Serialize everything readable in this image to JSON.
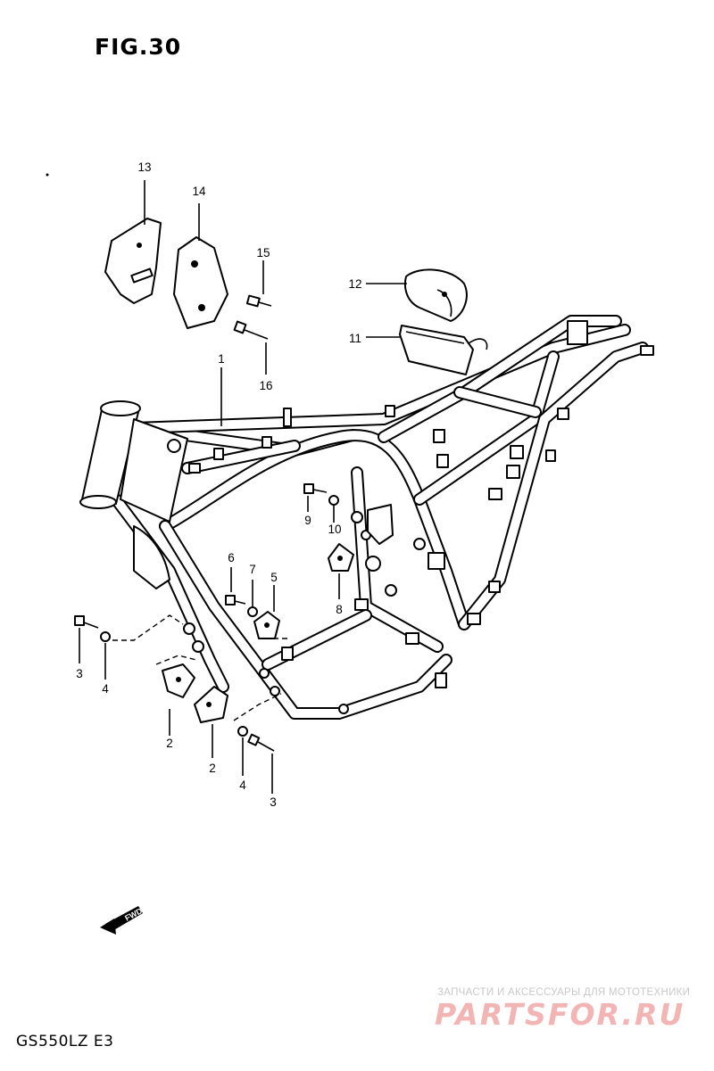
{
  "figure": {
    "title": "FIG.30",
    "model_code": "GS550LZ E3",
    "forward_label": "FWD"
  },
  "watermark": {
    "tagline": "ЗАПЧАСТИ И АКСЕССУАРЫ ДЛЯ МОТОТЕХНИКИ",
    "logo": "PARTSFOR.RU"
  },
  "callouts": {
    "n1": "1",
    "n2a": "2",
    "n2b": "2",
    "n3a": "3",
    "n3b": "3",
    "n4a": "4",
    "n4b": "4",
    "n5": "5",
    "n6": "6",
    "n7": "7",
    "n8": "8",
    "n9": "9",
    "n10": "10",
    "n11": "11",
    "n12": "12",
    "n13": "13",
    "n14": "14",
    "n15": "15",
    "n16": "16"
  }
}
